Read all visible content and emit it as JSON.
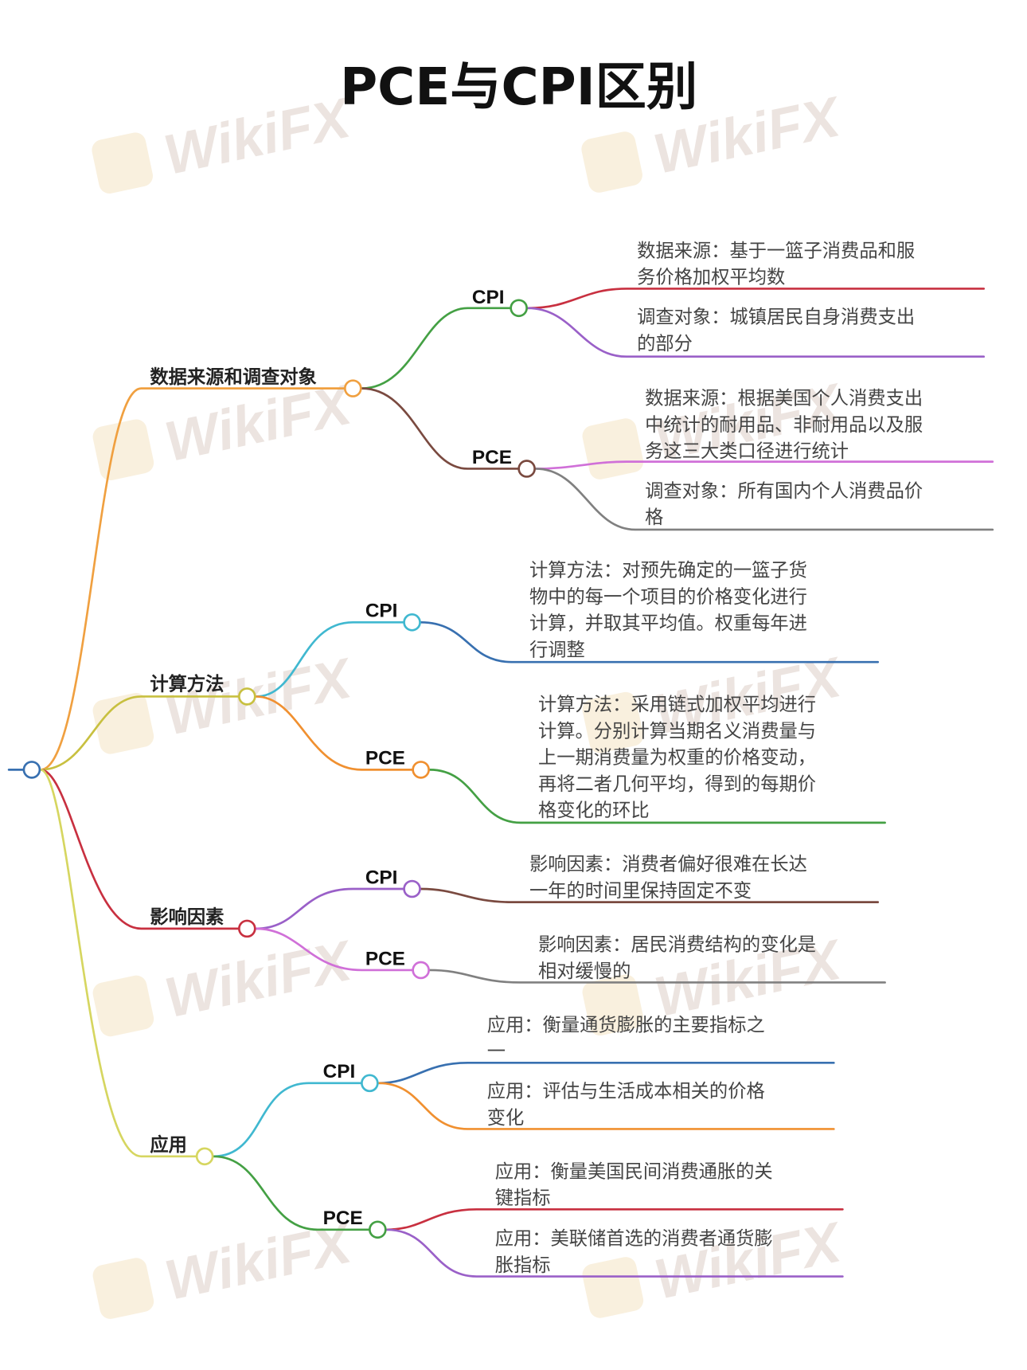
{
  "title": "PCE与CPI区别",
  "watermark": "WikiFX",
  "colors": {
    "orange": "#f0a040",
    "olive": "#c8c040",
    "red": "#c83040",
    "yellow": "#d6d660",
    "green": "#44a044",
    "brown": "#7a4a40",
    "purple": "#9a60c8",
    "pink": "#d070d8",
    "gray": "#808080",
    "cyan": "#40b8d0",
    "blue": "#3870b0"
  },
  "branches": [
    {
      "label": "数据来源和调查对象",
      "cpi": {
        "label": "CPI",
        "leaves": [
          [
            "数据来源：基于一篮子消费品和服",
            "务价格加权平均数"
          ],
          [
            "调查对象：城镇居民自身消费支出",
            "的部分"
          ]
        ]
      },
      "pce": {
        "label": "PCE",
        "leaves": [
          [
            "数据来源：根据美国个人消费支出",
            "中统计的耐用品、非耐用品以及服",
            "务这三大类口径进行统计"
          ],
          [
            "调查对象：所有国内个人消费品价",
            "格"
          ]
        ]
      }
    },
    {
      "label": "计算方法",
      "cpi": {
        "label": "CPI",
        "leaves": [
          [
            "计算方法：对预先确定的一篮子货",
            "物中的每一个项目的价格变化进行",
            "计算，并取其平均值。权重每年进",
            "行调整"
          ]
        ]
      },
      "pce": {
        "label": "PCE",
        "leaves": [
          [
            "计算方法：采用链式加权平均进行",
            "计算。分别计算当期名义消费量与",
            "上一期消费量为权重的价格变动，",
            "再将二者几何平均，得到的每期价",
            "格变化的环比"
          ]
        ]
      }
    },
    {
      "label": "影响因素",
      "cpi": {
        "label": "CPI",
        "leaves": [
          [
            "影响因素：消费者偏好很难在长达",
            "一年的时间里保持固定不变"
          ]
        ]
      },
      "pce": {
        "label": "PCE",
        "leaves": [
          [
            "影响因素：居民消费结构的变化是",
            "相对缓慢的"
          ]
        ]
      }
    },
    {
      "label": "应用",
      "cpi": {
        "label": "CPI",
        "leaves": [
          [
            "应用：衡量通货膨胀的主要指标之",
            "一"
          ],
          [
            "应用：评估与生活成本相关的价格",
            "变化"
          ]
        ]
      },
      "pce": {
        "label": "PCE",
        "leaves": [
          [
            "应用：衡量美国民间消费通胀的关",
            "键指标"
          ],
          [
            "应用：美联储首选的消费者通货膨",
            "胀指标"
          ]
        ]
      }
    }
  ]
}
